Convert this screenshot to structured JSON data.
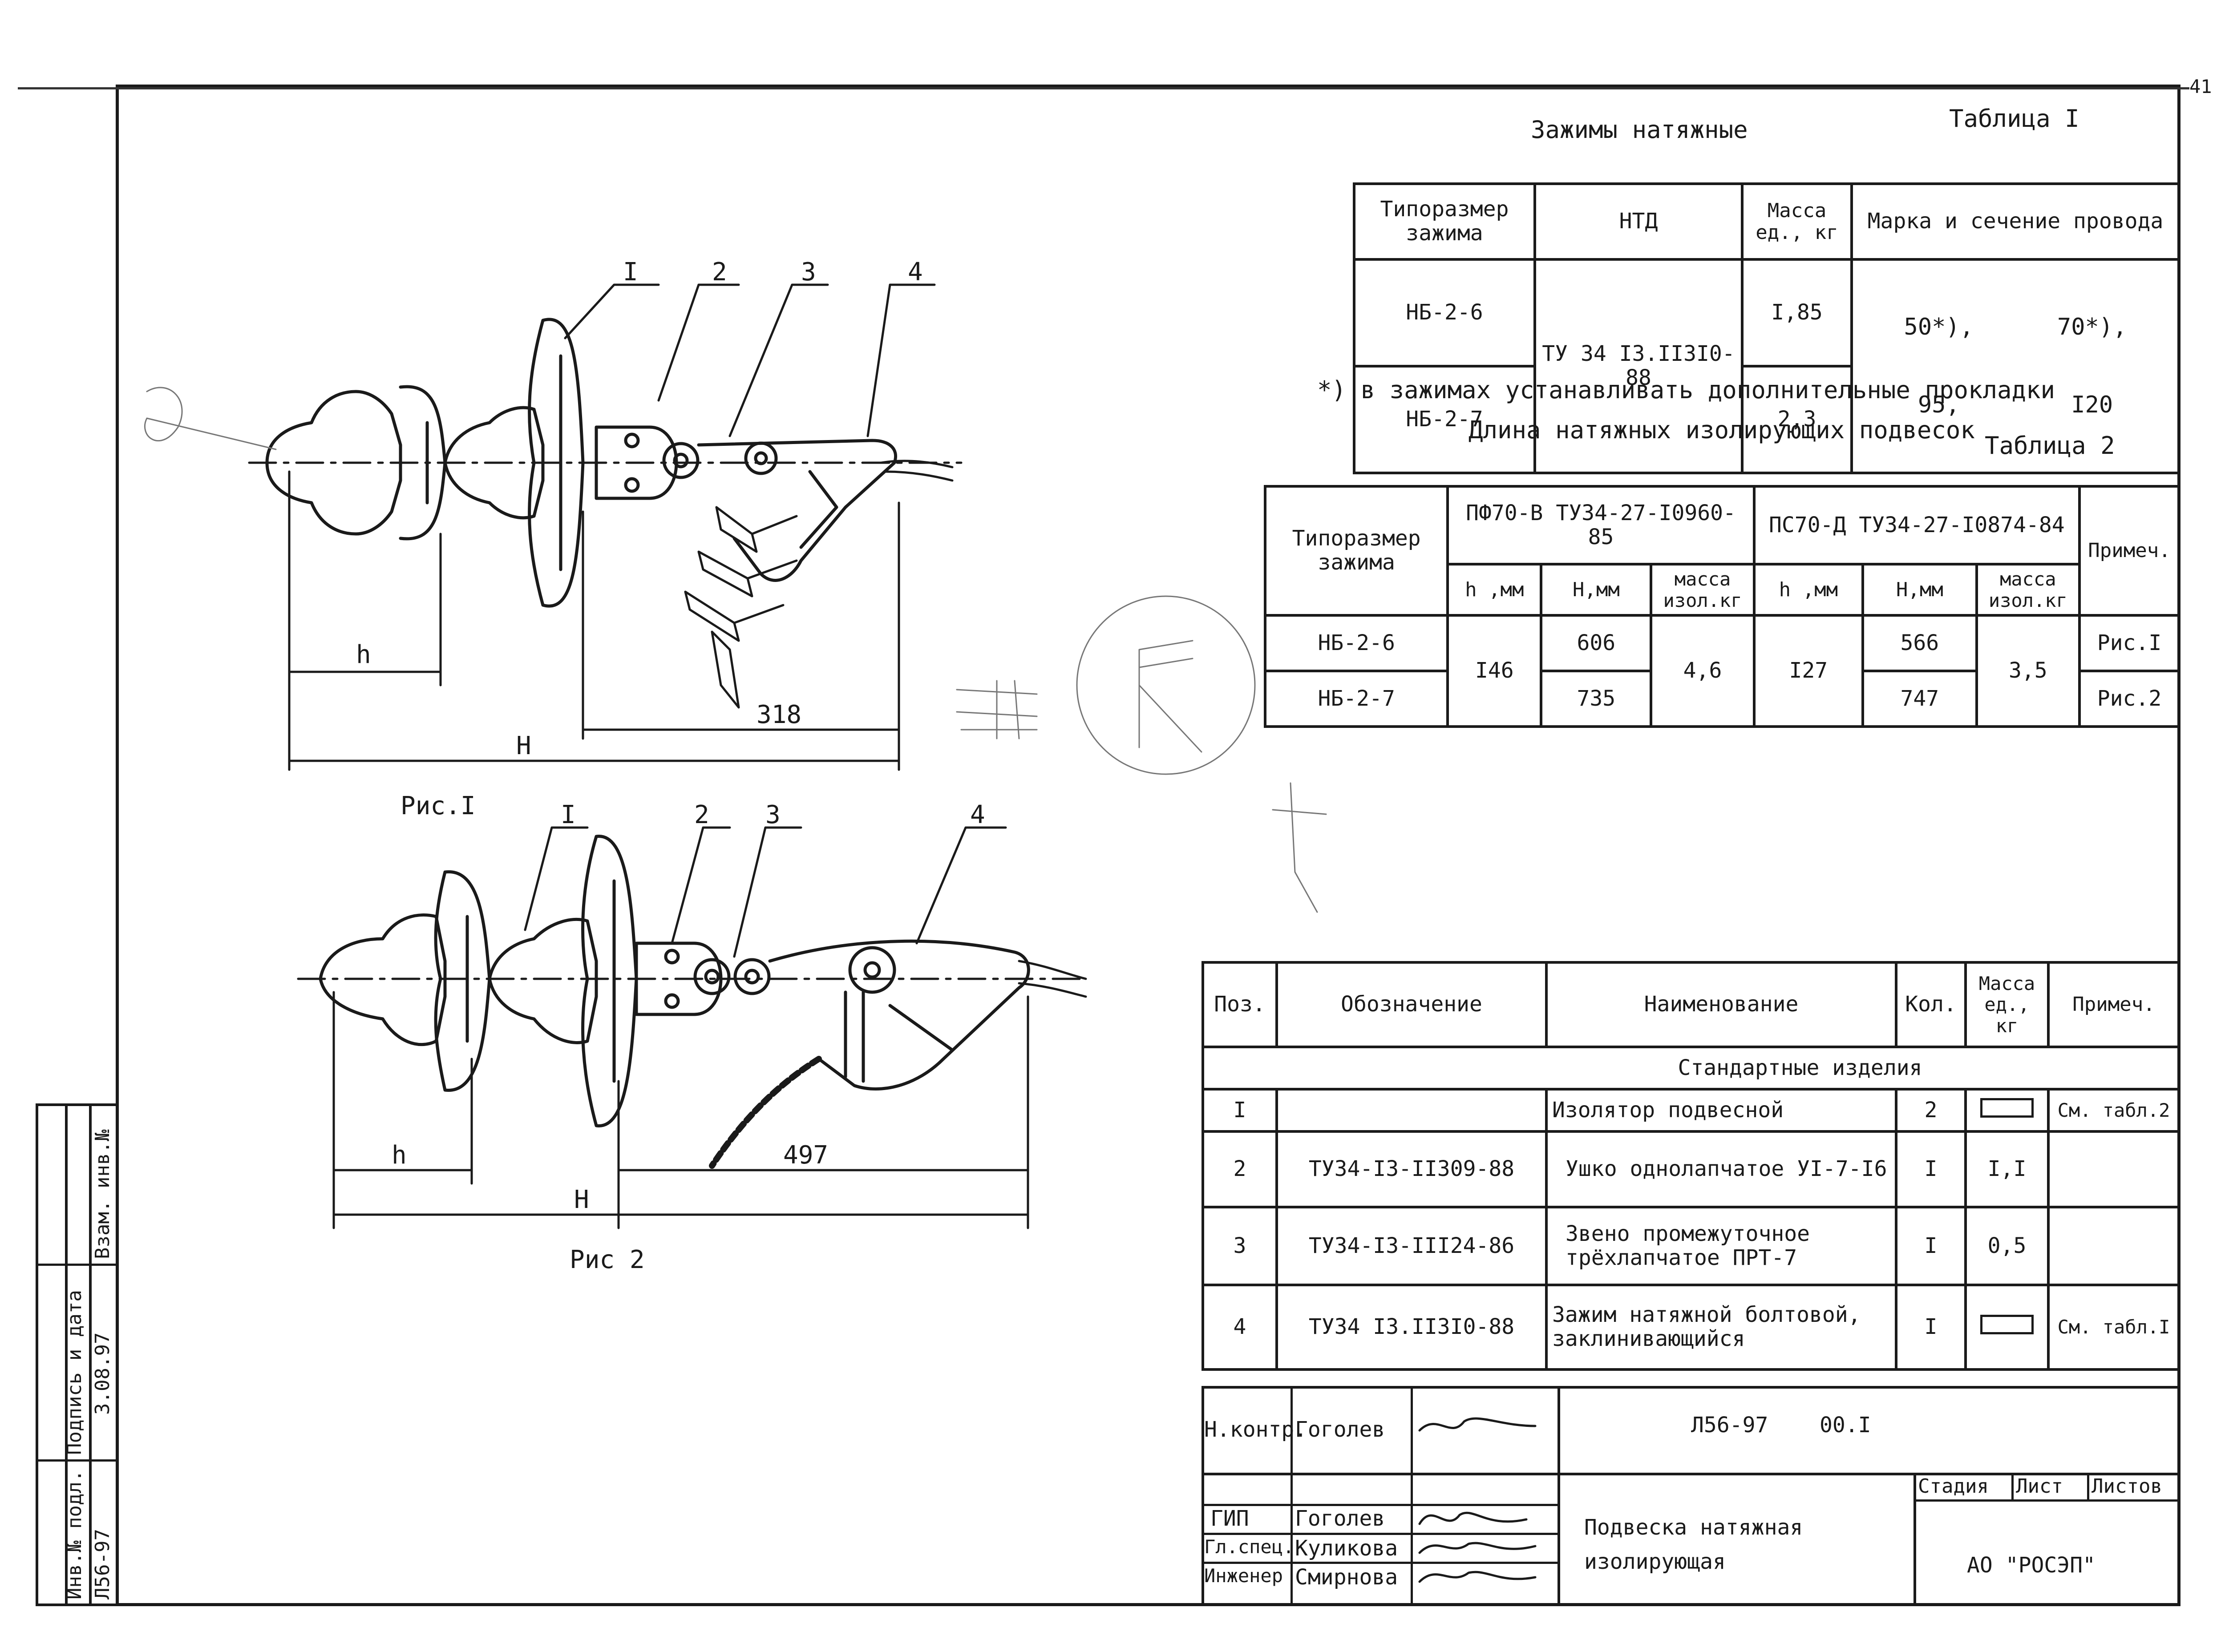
{
  "sheet_number": "41",
  "table1": {
    "title": "Зажимы натяжные",
    "number": "Таблица I",
    "headers": [
      "Типоразмер зажима",
      "НТД",
      "Масса ед., кг",
      "Марка и сечение провода"
    ],
    "rows": [
      {
        "type": "НБ-2-6",
        "mass": "I,85"
      },
      {
        "type": "НБ-2-7",
        "mass": "2,3"
      }
    ],
    "ntd": "ТУ 34 I3.II3I0-88",
    "wire_line1": "50*),      70*),",
    "wire_line2": "95,        I20",
    "footnote": "*) в зажимах устанавливать дополнительные прокладки"
  },
  "table2": {
    "title": "Длина натяжных изолирующих подвесок",
    "number": "Таблица 2",
    "headers": {
      "type": "Типоразмер зажима",
      "group1": "ПФ70-В ТУ34-27-I0960-85",
      "group2": "ПС70-Д ТУ34-27-I0874-84",
      "note": "Примеч.",
      "h": "h ,мм",
      "H": "H,мм",
      "mass": "масса изол.кг"
    },
    "rows": [
      {
        "type": "НБ-2-6",
        "H1": "606",
        "H2": "566",
        "note": "Рис.I"
      },
      {
        "type": "НБ-2-7",
        "H1": "735",
        "H2": "747",
        "note": "Рис.2"
      }
    ],
    "h1": "I46",
    "mass1": "4,6",
    "h2": "I27",
    "mass2": "3,5"
  },
  "figures": {
    "fig1": {
      "caption": "Рис.I",
      "callouts": [
        "I",
        "2",
        "3",
        "4"
      ],
      "dim_h": "h",
      "dim_H": "H",
      "dim_318": "318"
    },
    "fig2": {
      "caption": "Рис 2",
      "callouts": [
        "I",
        "2",
        "3",
        "4"
      ],
      "dim_h": "h",
      "dim_H": "H",
      "dim_497": "497"
    }
  },
  "spec": {
    "headers": [
      "Поз.",
      "Обозначение",
      "Наименование",
      "Кол.",
      "Масса ед., кг",
      "Примеч."
    ],
    "section": "Стандартные изделия",
    "rows": [
      {
        "pos": "I",
        "code": "",
        "name": "Изолятор подвесной",
        "qty": "2",
        "mass": "",
        "note": "См. табл.2"
      },
      {
        "pos": "2",
        "code": "ТУ34-I3-II309-88",
        "name": "Ушко однолапчатое УI-7-I6",
        "qty": "I",
        "mass": "I,I",
        "note": ""
      },
      {
        "pos": "3",
        "code": "ТУ34-I3-III24-86",
        "name": "Звено промежуточное трёхлапчатое ПРТ-7",
        "qty": "I",
        "mass": "0,5",
        "note": ""
      },
      {
        "pos": "4",
        "code": "ТУ34 I3.II3I0-88",
        "name": "Зажим натяжной болтовой, заклинивающийся",
        "qty": "I",
        "mass": "",
        "note": "См. табл.I"
      }
    ]
  },
  "title_block": {
    "doc_code": "Л56-97    00.I",
    "title": "Подвеска натяжная изолирующая",
    "org": "АО \"РОСЭП\"",
    "col_stage": "Стадия",
    "col_sheet": "Лист",
    "col_sheets": "Листов",
    "roles": [
      {
        "role": "Н.контр.",
        "name": "Гоголев"
      },
      {
        "role": "ГИП",
        "name": "Гоголев"
      },
      {
        "role": "Гл.спец.",
        "name": "Куликова"
      },
      {
        "role": "Инженер",
        "name": "Смирнова"
      }
    ]
  },
  "side_stamp": {
    "inv_no": "Инв.№ подл.",
    "inv_value": "Л56-97",
    "sign_date": "Подпись и дата",
    "sign_value": "3.08.97",
    "replace": "Взам. инв.№"
  }
}
